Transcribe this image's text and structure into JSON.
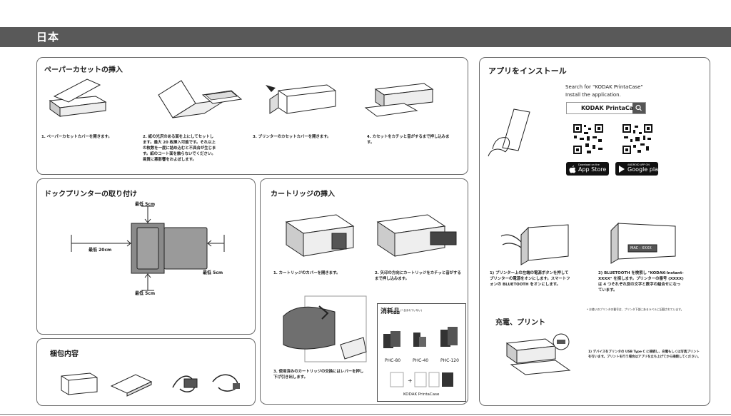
{
  "header": {
    "title": "日本"
  },
  "paper": {
    "title": "ペーパーカセットの挿入",
    "step1": "1. ペーパーカセットカバーを開きます。",
    "step2": "2. 紙の光沢のある面を上にしてセットします。最大 20 枚挿入可能です。それ以上の枚数を一度に詰め込むと不具合が生じます。紙のコート面を触らないでください。画質に悪影響をおよぼします。",
    "step3": "3. プリンターのカセットカバーを開きます。",
    "step4": "4. カセットをカチッと音がするまで押し込みます。"
  },
  "dock": {
    "title": "ドックプリンターの取り付け",
    "top": "最低 5cm",
    "left": "最低 20cm",
    "right": "最低 5cm",
    "bottom": "最低 5cm"
  },
  "cart": {
    "title": "カートリッジの挿入",
    "step1": "1. カートリッジのカバーを開きます。",
    "step2": "2. 矢印の方向にカートリッジをカチッと音がするまで押し込みます。",
    "step3": "3. 使用済みのカートリッジの交換にはレバーを押し下げ引き出します。",
    "consumables_title": "消耗品",
    "consumables_note": "(* 含まれていない)",
    "products": [
      "PHC-80",
      "PHC-40",
      "PHC-120"
    ],
    "case_label": "KODAK PrintaCase"
  },
  "box": {
    "title": "梱包内容"
  },
  "app": {
    "title": "アプリをインストール",
    "search_line": "Search for \"KODAK PrintaCase\"",
    "install_line": "Install the application.",
    "search_value": "KODAK PrintaCase",
    "appstore_small": "Download on the",
    "appstore_big": "App Store",
    "google_small": "ANDROID APP ON",
    "google_big": "Google play",
    "step1": "1) プリンター上の左端の電源ボタンを押してプリンターの電源をオンにします。スマートフォンの BLUETOOTH をオンにします。",
    "step2": "2) BLUETOOTH を検索し \"KODAK-Instant-XXXX\" を探します。プリンターの番号 (XXXX) は 4 つそれぞれ別の文字と数字の組合せになっています。",
    "mac_label": "MAC : XXXX",
    "note": "* お使いのプリンタの番号は、プリンタ下部にあるラベルに記載されています。",
    "charge_title": "充電、プリント",
    "charge_step": "1) デバイスをプリンタの USB Type C に接続し、充電もしくは写真プリントを行います。プリントを行う場合はアプリを立ち上げてから接続してください。"
  }
}
